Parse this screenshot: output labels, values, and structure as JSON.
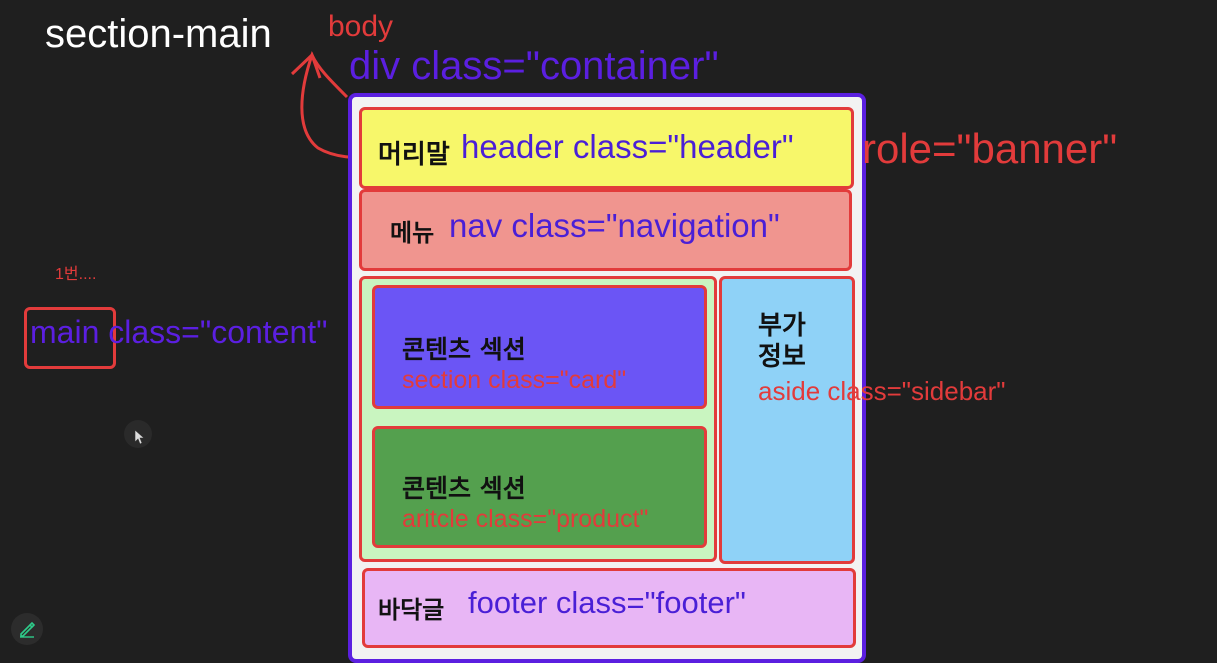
{
  "colors": {
    "background": "#1f1f1f",
    "container_border": "#5b1fe0",
    "annotation_red": "#e23b3b",
    "annotation_purple": "#5b1fe0",
    "header_fill": "#f7f76a",
    "nav_fill": "#f0958f",
    "content_area_fill": "#c9f5c0",
    "card_fill": "#6b55f5",
    "product_fill": "#54a04e",
    "sidebar_fill": "#8fd2f7",
    "footer_fill": "#e8b6f5"
  },
  "annotations": {
    "section_main": "section-main",
    "body": "body",
    "container": "div class=\"container\"",
    "role_banner": "role=\"banner\"",
    "note_1": "1번....",
    "main_prefix": "main",
    "main_suffix": " class=\"content\""
  },
  "layout": {
    "header": {
      "label": "머리말",
      "code": "header class=\"header\""
    },
    "nav": {
      "label": "메뉴",
      "code": "nav class=\"navigation\""
    },
    "card": {
      "label": "콘텐츠 섹션",
      "code": "section class=\"card\""
    },
    "product": {
      "label": "콘텐츠 섹션",
      "code": "aritcle class=\"product\""
    },
    "sidebar": {
      "label_line1": "부가",
      "label_line2": "정보",
      "code": "aside class=\"sidebar\""
    },
    "footer": {
      "label": "바닥글",
      "code": "footer class=\"footer\""
    }
  },
  "icons": {
    "edit": "pencil-icon",
    "cursor": "mouse-cursor-icon"
  }
}
